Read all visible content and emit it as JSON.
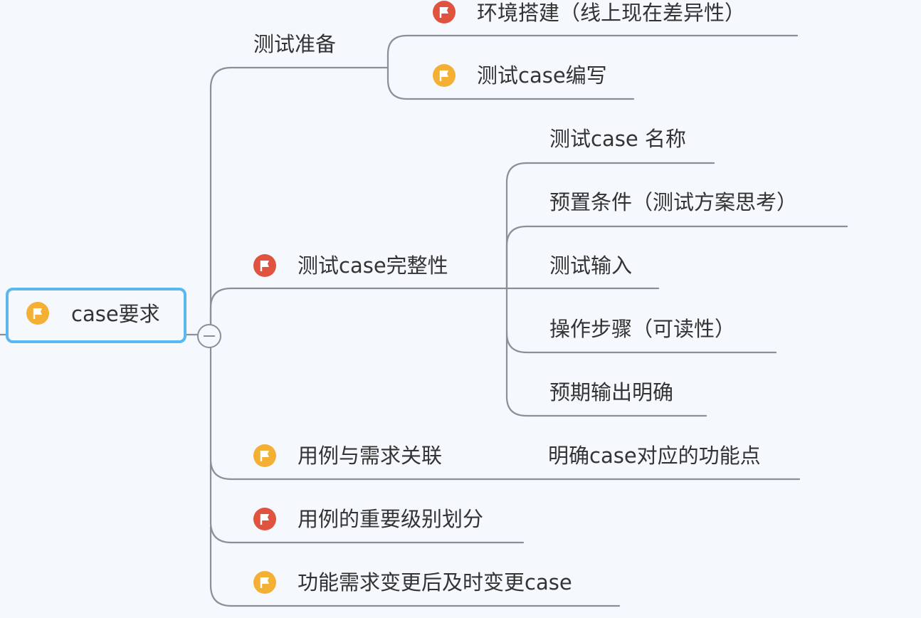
{
  "root": {
    "label": "case要求",
    "flag": "orange-flag-icon"
  },
  "branches": [
    {
      "label": "测试准备",
      "children": [
        {
          "label": "环境搭建（线上现在差异性）",
          "flag": "red-flag-icon"
        },
        {
          "label": "测试case编写",
          "flag": "orange-flag-icon"
        }
      ]
    },
    {
      "label": "测试case完整性",
      "flag": "red-flag-icon",
      "children": [
        {
          "label": "测试case 名称"
        },
        {
          "label": "预置条件（测试方案思考）"
        },
        {
          "label": "测试输入"
        },
        {
          "label": "操作步骤（可读性）"
        },
        {
          "label": "预期输出明确"
        }
      ]
    },
    {
      "label": "用例与需求关联",
      "flag": "orange-flag-icon",
      "children": [
        {
          "label": "明确case对应的功能点"
        }
      ]
    },
    {
      "label": "用例的重要级别划分",
      "flag": "red-flag-icon"
    },
    {
      "label": "功能需求变更后及时变更case",
      "flag": "orange-flag-icon"
    }
  ],
  "colors": {
    "red_flag": "#e0533f",
    "orange_flag": "#f3b035",
    "line": "#8a8f98",
    "root_border": "#5bb8ee",
    "background": "#f5f8fd"
  }
}
